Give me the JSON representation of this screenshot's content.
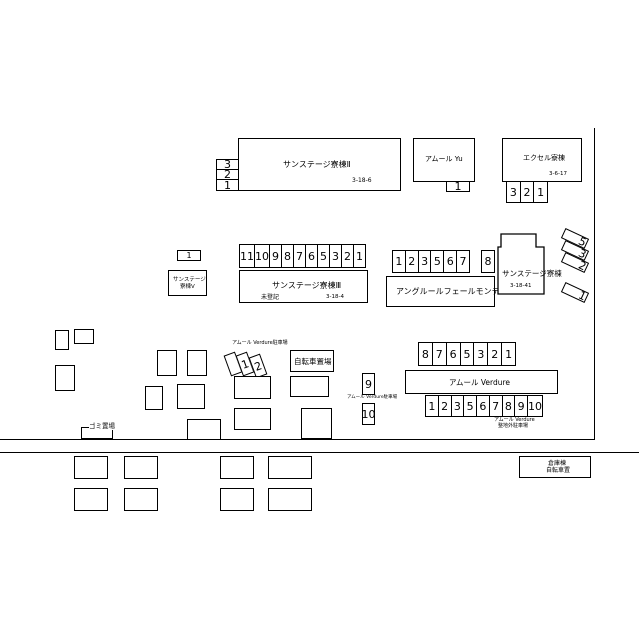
{
  "buildings": {
    "sunstage2": {
      "name": "サンステージ寮棟Ⅱ",
      "address": "3-18-6",
      "slots": [
        "3",
        "2",
        "1"
      ]
    },
    "amour_yu": {
      "name": "アムール Yu",
      "slot": "1"
    },
    "excel": {
      "name": "エクセル寮棟",
      "address": "3-6-17",
      "slots": [
        "3",
        "2",
        "1"
      ]
    },
    "sunstage3": {
      "name": "サンステージ寮棟Ⅲ",
      "note": "未登記",
      "address": "3-18-4",
      "slots": [
        "11",
        "10",
        "9",
        "8",
        "7",
        "6",
        "5",
        "3",
        "2",
        "1"
      ]
    },
    "sunstage_v": {
      "name_line1": "サンステージ",
      "name_line2": "寮棟Ⅴ",
      "slot": "1"
    },
    "angle": {
      "name": "アングルールフェールモンテ",
      "slots": [
        "1",
        "2",
        "3",
        "5",
        "6",
        "7"
      ],
      "slot_extra": "8"
    },
    "sunstage_dorm": {
      "name": "サンステージ寮棟",
      "address": "3-18-41",
      "diag_slots": [
        "5",
        "3",
        "2",
        "1"
      ]
    },
    "amour_verdure": {
      "name": "アムール Verdure",
      "top_slots": [
        "8",
        "7",
        "6",
        "5",
        "3",
        "2",
        "1"
      ],
      "bottom_slots": [
        "1",
        "2",
        "3",
        "5",
        "6",
        "7",
        "8",
        "9",
        "10"
      ],
      "parking_label_line1": "アムール Verdure",
      "parking_label_line2": "整地外駐車場"
    },
    "verdure_small": {
      "label": "アムール Verdure駐車場",
      "slots": [
        "1",
        "2"
      ]
    },
    "verdure_side": {
      "label": "アムール Verdure駐車場",
      "slot_a": "9",
      "slot_b": "10"
    },
    "bicycle": {
      "name": "自転車置場"
    },
    "garbage": {
      "name": "ゴミ置場"
    },
    "south": {
      "name_line1": "倉庫棟",
      "name_line2": "自転車置"
    }
  }
}
